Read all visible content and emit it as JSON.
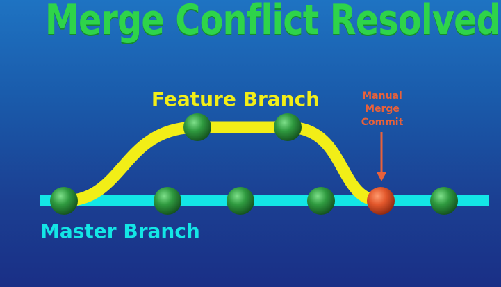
{
  "title": "Merge Conflict Resolved",
  "feature_label": "Feature Branch",
  "master_label": "Master Branch",
  "merge_label": [
    "Manual",
    "Merge",
    "Commit"
  ],
  "colors": {
    "title": "#2ed44a",
    "feature_branch": "#f2ee17",
    "master_branch": "#13e6e6",
    "commit": "#2e9b3e",
    "merge_commit": "#e2572b",
    "merge_label": "#e8613a"
  }
}
